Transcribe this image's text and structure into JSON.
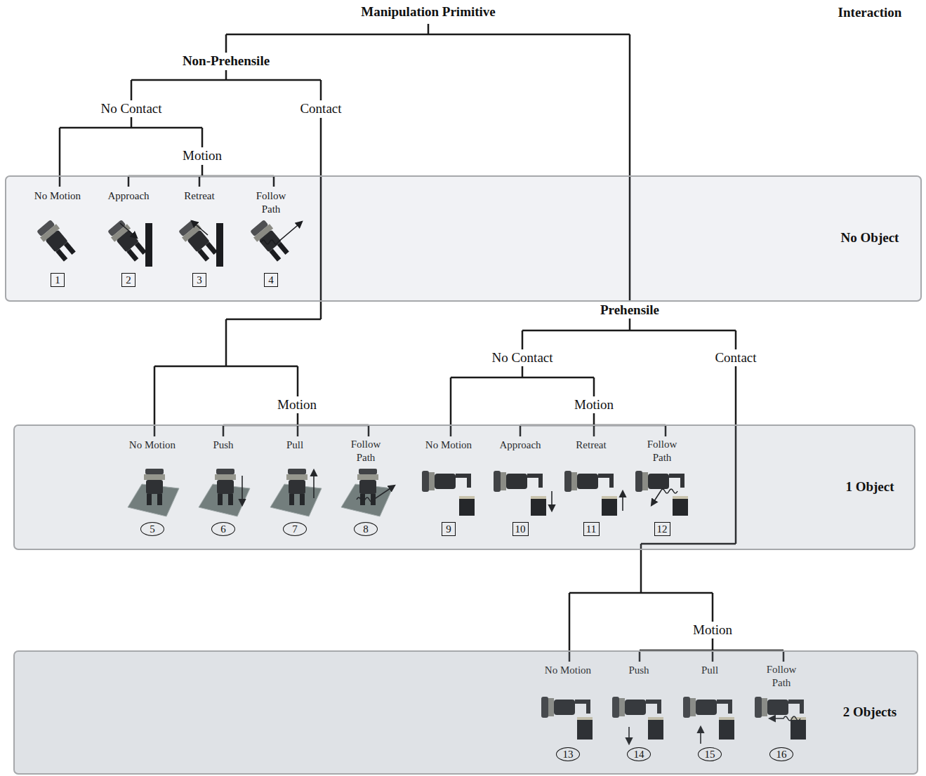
{
  "diagram": {
    "nodes": [
      {
        "text": [
          "No Object"
        ]
      },
      {
        "text": [
          "1"
        ],
        "in": 0
      },
      {
        "text": [
          "2"
        ],
        "in": 0
      },
      {
        "text": [
          "3"
        ],
        "in": 0
      },
      {
        "text": [
          "4"
        ],
        "in": 0
      },
      {
        "text": [
          "1 Object"
        ]
      },
      {
        "text": [
          "5"
        ],
        "in": 5
      },
      {
        "text": [
          "6"
        ],
        "in": 5
      },
      {
        "text": [
          "7"
        ],
        "in": 5
      },
      {
        "text": [
          "8"
        ],
        "in": 5
      },
      {
        "text": [
          "9"
        ],
        "in": 5
      },
      {
        "text": [
          "10"
        ],
        "in": 5
      },
      {
        "text": [
          "11"
        ],
        "in": 5
      },
      {
        "text": [
          "12"
        ],
        "in": 5
      },
      {
        "text": [
          "2 Objects"
        ]
      },
      {
        "text": [
          "13"
        ],
        "in": 14
      },
      {
        "text": [
          "14"
        ],
        "in": 14
      },
      {
        "text": [
          "15"
        ],
        "in": 14
      },
      {
        "text": [
          "16"
        ],
        "in": 14
      }
    ],
    "labels": [
      "Manipulation Primitive",
      "Interaction",
      "Non-Prehensile",
      "No Contact",
      "Contact",
      "Motion",
      "No Motion",
      "Approach",
      "Retreat",
      "Follow Path",
      "Prehensile",
      "No Contact",
      "Contact",
      "Motion",
      "Motion",
      "No Motion",
      "Push",
      "Pull",
      "Follow Path",
      "No Motion",
      "Approach",
      "Retreat",
      "Follow Path",
      "Motion",
      "No Motion",
      "Push",
      "Pull",
      "Follow Path"
    ]
  }
}
